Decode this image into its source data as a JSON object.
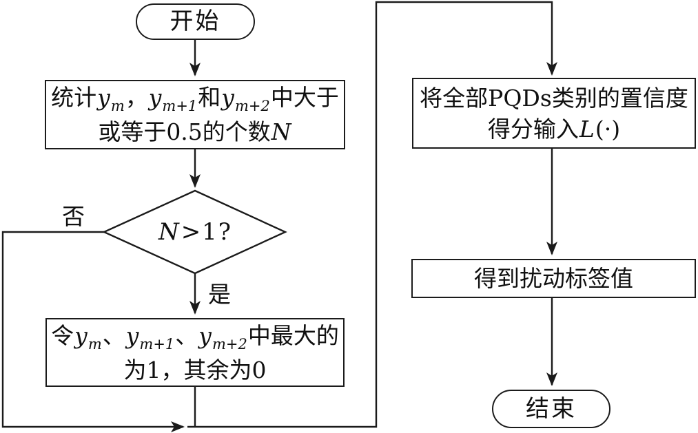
{
  "palette": {
    "background": "#ffffff",
    "stroke": "#1b1b1b",
    "text": "#101010"
  },
  "flowchart": {
    "start": {
      "label": "开始"
    },
    "count_box": {
      "lines": [
        [
          {
            "t": "统计",
            "s": "c"
          },
          {
            "t": "y",
            "s": "v"
          },
          {
            "t": "m",
            "s": "b"
          },
          {
            "t": "，",
            "s": "c"
          },
          {
            "t": "y",
            "s": "v"
          },
          {
            "t": "m+1",
            "s": "b"
          },
          {
            "t": "和",
            "s": "c"
          },
          {
            "t": "y",
            "s": "v"
          },
          {
            "t": "m+2",
            "s": "b"
          },
          {
            "t": "中大于",
            "s": "c"
          }
        ],
        [
          {
            "t": "或等于0.5的个数",
            "s": "c"
          },
          {
            "t": "N",
            "s": "v"
          }
        ]
      ]
    },
    "decision": {
      "parts": [
        {
          "t": "N",
          "s": "v"
        },
        {
          "t": ">1?",
          "s": "c"
        }
      ],
      "no_label": "否",
      "yes_label": "是"
    },
    "assign_box": {
      "lines": [
        [
          {
            "t": "令",
            "s": "c"
          },
          {
            "t": "y",
            "s": "v"
          },
          {
            "t": "m",
            "s": "b"
          },
          {
            "t": "、",
            "s": "c"
          },
          {
            "t": "y",
            "s": "v"
          },
          {
            "t": "m+1",
            "s": "b"
          },
          {
            "t": "、",
            "s": "c"
          },
          {
            "t": "y",
            "s": "v"
          },
          {
            "t": "m+2",
            "s": "b"
          },
          {
            "t": "中最大的",
            "s": "c"
          }
        ],
        [
          {
            "t": "为1，其余为0",
            "s": "c"
          }
        ]
      ]
    },
    "confidence_box": {
      "lines": [
        [
          {
            "t": "将全部PQDs类别的置信度",
            "s": "c"
          }
        ],
        [
          {
            "t": "得分输入",
            "s": "c"
          },
          {
            "t": "L",
            "s": "v"
          },
          {
            "t": "(·)",
            "s": "c"
          }
        ]
      ]
    },
    "label_box": {
      "lines": [
        [
          {
            "t": "得到扰动标签值",
            "s": "c"
          }
        ]
      ]
    },
    "end": {
      "label": "结束"
    }
  }
}
